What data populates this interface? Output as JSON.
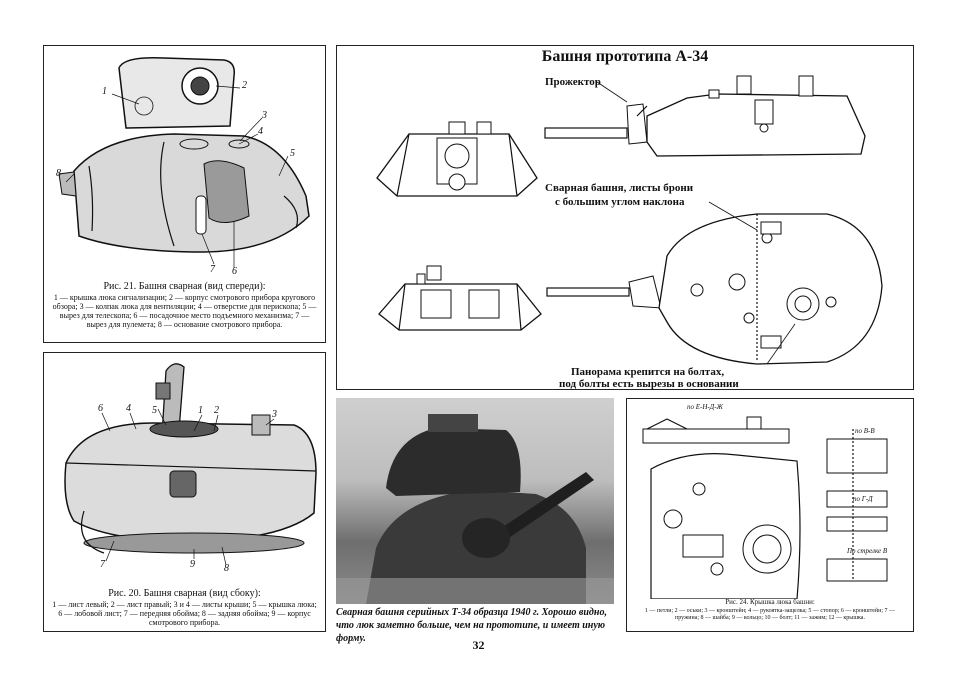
{
  "fig21": {
    "title": "Рис. 21. Башня сварная (вид спереди):",
    "legend": "1 — крышка люка сигнализации; 2 — корпус смотрового прибора кругового обзора; 3 — колпак люка для вентиляции; 4 — отверстие для перископа; 5 — вырез для телескопа; 6 — посадочное место подъемного механизма; 7 — вырез для пулемета; 8 — основание смотрового прибора.",
    "labels": [
      "1",
      "2",
      "3",
      "4",
      "5",
      "6",
      "7",
      "8"
    ]
  },
  "fig20": {
    "title": "Рис. 20. Башня сварная (вид сбоку):",
    "legend": "1 — лист левый; 2 — лист правый; 3 и 4 — листы крыши; 5 — крышка люка; 6 — лобовой лист; 7 — передняя обойма; 8 — задняя обойма; 9 — корпус смотрового прибора.",
    "labels": [
      "6",
      "4",
      "5",
      "1",
      "2",
      "3",
      "7",
      "9",
      "8"
    ]
  },
  "prototype": {
    "title": "Башня прототипа А-34",
    "callout_projector": "Прожектор",
    "callout_welded_1": "Сварная башня, листы брони",
    "callout_welded_2": "с большим углом наклона",
    "callout_panorama_1": "Панорама крепится на болтах,",
    "callout_panorama_2": "под болты есть вырезы в основании"
  },
  "photo": {
    "caption": "Сварная башня серийных Т-34 образца 1940 г. Хорошо видно, что люк заметно больше, чем на прототипе, и имеет иную форму."
  },
  "fig24": {
    "title": "Рис. 24. Крышка люка башни:",
    "legend": "1 — петли; 2 — оськи; 3 — кронштейн; 4 — рукоятка-защелка; 5 — стопор; 6 — кронштейн; 7 — пружина; 8 — шайба; 9 — кольцо; 10 — болт; 11 — зажим; 12 — крышка.",
    "section_labels": [
      "по Е-Н-Д-Ж",
      "по В-В",
      "по Г-Д",
      "По стрелке В"
    ]
  },
  "page_number": "32"
}
